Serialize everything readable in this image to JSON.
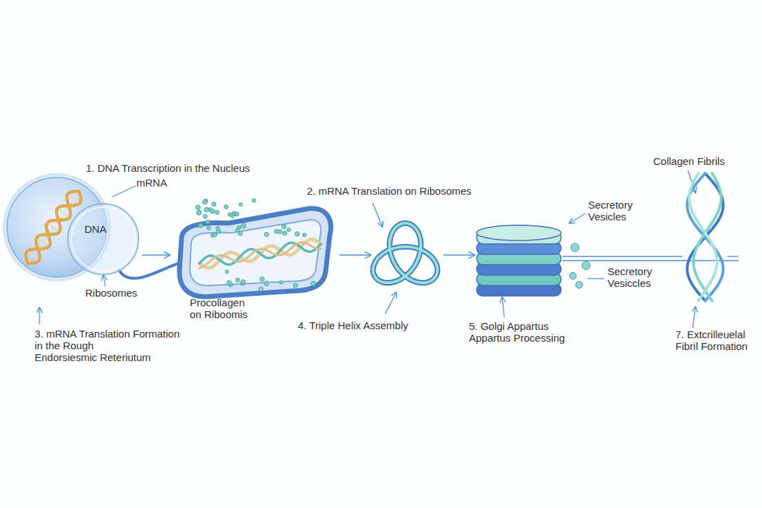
{
  "diagram": {
    "nodes": [
      {
        "text": [
          "DNA"
        ]
      },
      {
        "text": [
          "Procollagen on Riboomis"
        ]
      },
      {
        "text": [
          "4. Triple Helix Assembly"
        ]
      },
      {
        "text": [
          "5. Golgi Appartus Appartus Processing"
        ]
      },
      {
        "text": [
          "7. Extcrilleuelal Fibril Formation"
        ]
      }
    ],
    "edges": [
      {
        "from": 0,
        "to": 1,
        "arrow": "to"
      },
      {
        "from": 1,
        "to": 2,
        "arrow": "to"
      },
      {
        "from": 2,
        "to": 3,
        "arrow": "to"
      },
      {
        "from": 3,
        "to": 4,
        "arrow": "none"
      }
    ],
    "labels": [
      "1. DNA Transcription in the Nucleus",
      "mRNA",
      "Ribosomes",
      "3. mRNA Translation Formation in the Rough Endorsiesmic Reteriutum",
      "2. mRNA Translation on Ribosomes",
      "Secretory Vesicles",
      "Secretory Vesiccles",
      "Collagen Fibrils"
    ]
  }
}
